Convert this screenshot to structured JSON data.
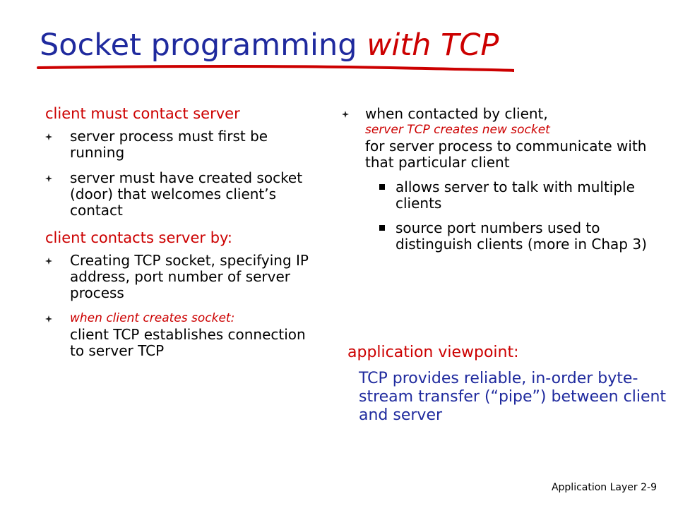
{
  "title": {
    "part1": "Socket programming",
    "part2": "with TCP"
  },
  "left": {
    "heading1": "client must contact server",
    "bullets1": [
      "server process must first be running",
      "server must have created socket (door) that welcomes client’s contact"
    ],
    "heading2": "client contacts server by:",
    "bullets2": [
      "Creating TCP socket, specifying IP address, port number of server process"
    ],
    "bullet3_red": "when client creates socket:",
    "bullet3_rest": "client TCP establishes connection to server TCP"
  },
  "right": {
    "bullet_lead": "when contacted by client,",
    "bullet_red": "server TCP creates new socket",
    "bullet_rest": "for server process to communicate with that particular client",
    "subbullets": [
      "allows server to talk with multiple clients",
      "source port numbers used to distinguish clients (more in Chap 3)"
    ]
  },
  "appview": {
    "heading": "application viewpoint:",
    "body": "TCP provides reliable, in-order byte-stream transfer (“pipe”) between client and server"
  },
  "footer": {
    "section": "Application Layer",
    "page": "2-9"
  },
  "colors": {
    "title_blue": "#1f2a9e",
    "accent_red": "#cc0000",
    "text": "#000000"
  },
  "icons": {
    "bullet": "fleur-diamond-bullet-icon",
    "sub_bullet": "square-bullet-icon"
  }
}
